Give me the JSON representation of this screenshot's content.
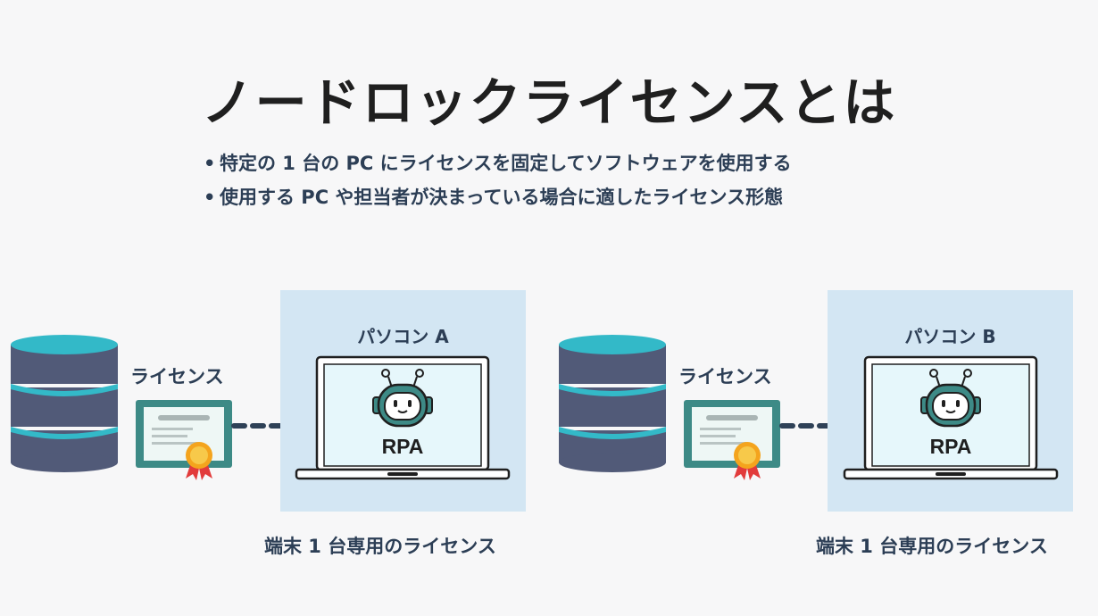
{
  "title": "ノードロックライセンスとは",
  "bullets": [
    "特定の 1 台の PC にライセンスを固定してソフトウェアを使用する",
    "使用する PC や担当者が決まっている場合に適したライセンス形態"
  ],
  "groups": [
    {
      "pc_label": "パソコン A",
      "license_label": "ライセンス",
      "screen_text": "RPA",
      "caption": "端末 1 台専用のライセンス"
    },
    {
      "pc_label": "パソコン B",
      "license_label": "ライセンス",
      "screen_text": "RPA",
      "caption": "端末 1 台専用のライセンス"
    }
  ],
  "colors": {
    "server_body": "#515a78",
    "server_accent": "#33b9c8",
    "panel": "#d3e6f3",
    "certificate": "#3d8a86",
    "connector": "#2f4157",
    "text": "#2c3e55"
  },
  "icons": [
    "database-icon",
    "certificate-icon",
    "award-ribbon-icon",
    "laptop-icon",
    "robot-icon"
  ]
}
